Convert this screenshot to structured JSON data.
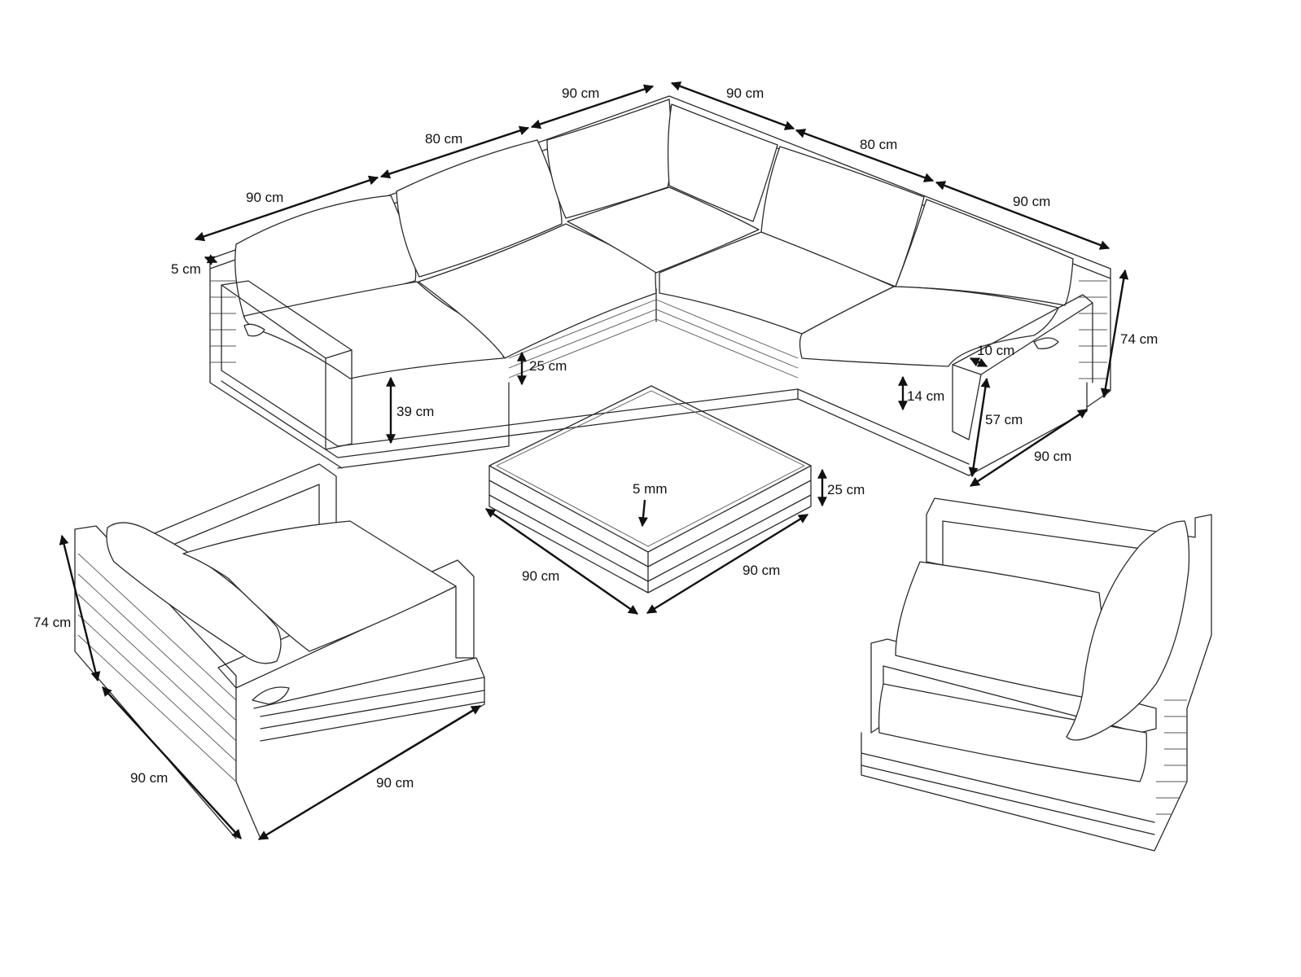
{
  "dimensions": {
    "sofa_left_module_width": "90 cm",
    "sofa_left_middle_width": "80 cm",
    "sofa_corner_left_width": "90 cm",
    "sofa_corner_right_width": "90 cm",
    "sofa_right_middle_width": "80 cm",
    "sofa_right_module_width": "90 cm",
    "frame_slat_thickness": "5 cm",
    "sofa_height": "74 cm",
    "armrest_width": "10 cm",
    "seat_cushion_thickness": "14 cm",
    "armrest_height": "57 cm",
    "sofa_depth": "90 cm",
    "base_height": "25 cm",
    "seat_height": "39 cm",
    "glass_thickness": "5 mm",
    "table_height": "25 cm",
    "table_width": "90 cm",
    "table_depth": "90 cm",
    "chair_left_height": "74 cm",
    "chair_left_depth": "90 cm",
    "chair_left_width": "90 cm"
  }
}
